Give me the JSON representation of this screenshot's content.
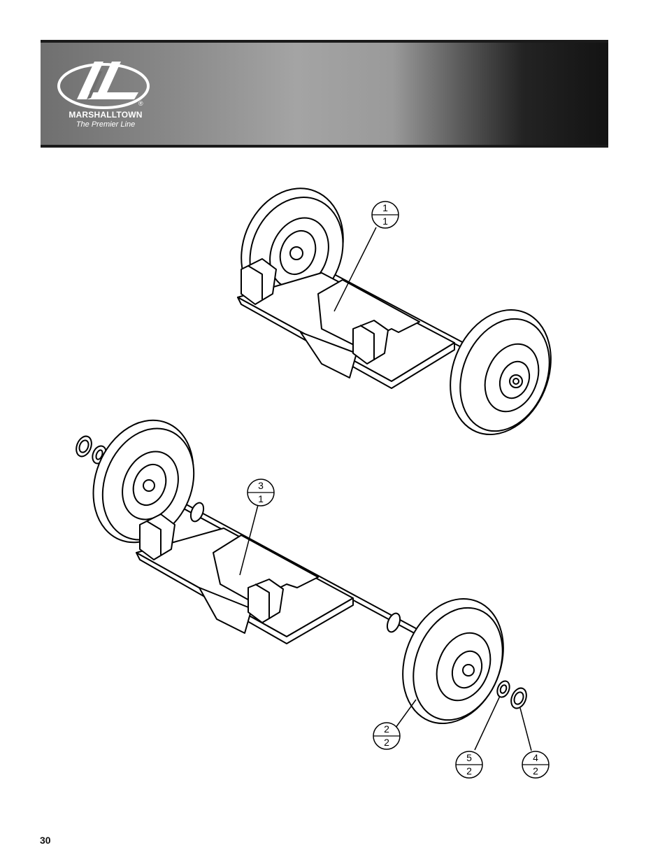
{
  "header": {
    "brand_name": "MARSHALLTOWN",
    "brand_tagline": "The Premier Line",
    "registered_mark": "®"
  },
  "callouts": [
    {
      "part": "1",
      "qty": "1"
    },
    {
      "part": "3",
      "qty": "1"
    },
    {
      "part": "2",
      "qty": "2"
    },
    {
      "part": "5",
      "qty": "2"
    },
    {
      "part": "4",
      "qty": "2"
    }
  ],
  "footer": {
    "page_number": "30"
  }
}
